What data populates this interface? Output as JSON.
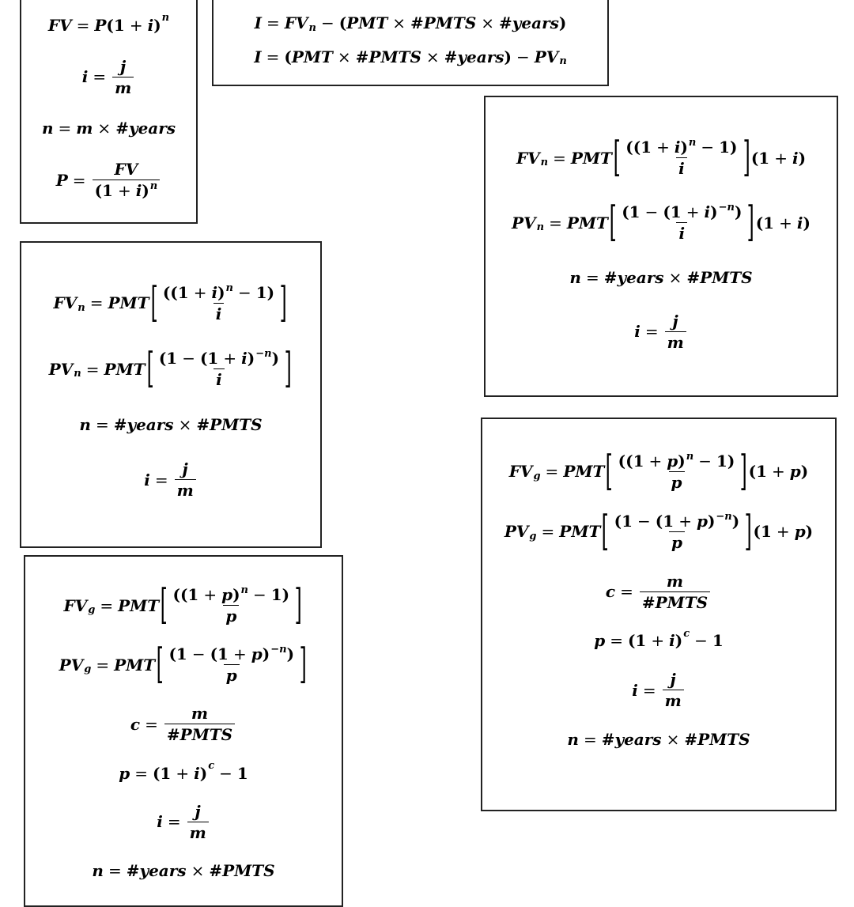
{
  "box1": {
    "lines": [
      "FV = P(1 + i)^n",
      "i = j / m",
      "n = m × #years",
      "P = FV / (1 + i)^n"
    ]
  },
  "box2": {
    "lines": [
      "I = FV_n − (PMT × #PMTS × #years)",
      "I = (PMT × #PMTS × #years) − PV_n"
    ]
  },
  "box3": {
    "lines": [
      "FV_n = PMT [((1 + i)^n − 1) / i]",
      "PV_n = PMT [(1 − (1 + i)^−n) / i]",
      "n = #years × #PMTS",
      "i = j / m"
    ]
  },
  "box4": {
    "lines": [
      "FV_n = PMT [((1 + i)^n − 1) / i] (1 + i)",
      "PV_n = PMT [(1 − (1 + i)^−n) / i] (1 + i)",
      "n = #years × #PMTS",
      "i = j / m"
    ]
  },
  "box5": {
    "lines": [
      "FV_g = PMT [((1 + p)^n − 1) / p]",
      "PV_g = PMT [(1 − (1 + p)^−n) / p]",
      "c = m / #PMTS",
      "p = (1 + i)^c − 1",
      "i = j / m",
      "n = #years × #PMTS"
    ]
  },
  "box6": {
    "lines": [
      "FV_g = PMT [((1 + p)^n − 1) / p] (1 + p)",
      "PV_g = PMT [(1 − (1 + p)^−n) / p] (1 + p)",
      "c = m / #PMTS",
      "p = (1 + i)^c − 1",
      "i = j / m",
      "n = #years × #PMTS"
    ]
  }
}
